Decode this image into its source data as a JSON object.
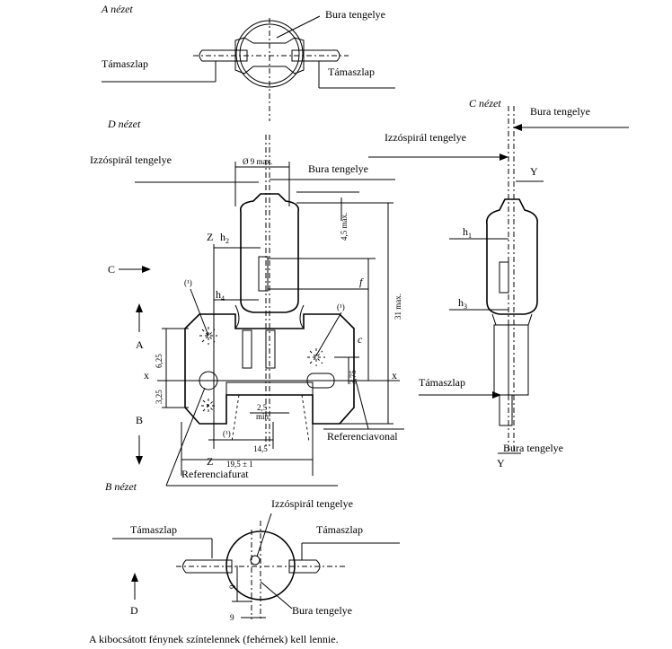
{
  "views": {
    "a": {
      "title": "A nézet",
      "bura_axis": "Bura tengelye",
      "support_left": "Támaszlap",
      "support_right": "Támaszlap"
    },
    "d": {
      "title": "D nézet",
      "filament_axis": "Izzóspirál tengelye",
      "bura_axis": "Bura tengelye",
      "diameter": "Ø 9 max.",
      "dim_45": "4,5 max.",
      "dim_31": "31 max.",
      "z_top": "Z",
      "h2": "h",
      "h2_sub": "2",
      "h4": "h",
      "h4_sub": "4",
      "c_arrow": "C",
      "note1": "(¹)",
      "note2": "(¹)",
      "note3": "(¹)",
      "f": "f",
      "c": "c",
      "a_label": "A",
      "b_label": "B",
      "x_left": "x",
      "x_right": "x",
      "dim_625": "6,25",
      "dim_325": "3,25",
      "dim_375": "3,75",
      "dim_25": "2,5",
      "dim_min": "min.",
      "dim_145": "14,5",
      "dim_195": "19,5 ± 1",
      "z_bottom": "Z",
      "ref_line": "Referenciavonal",
      "ref_hole": "Referenciafurat"
    },
    "c": {
      "title": "C nézet",
      "bura_axis_top": "Bura tengelye",
      "filament_axis": "Izzóspirál tengelye",
      "y_top": "Y",
      "h1": "h",
      "h1_sub": "1",
      "h3": "h",
      "h3_sub": "3",
      "support": "Támaszlap",
      "bura_axis_bottom": "Bura tengelye",
      "y_bottom": "Y"
    },
    "b": {
      "title": "B nézet",
      "filament_axis": "Izzóspirál tengelye",
      "support_left": "Támaszlap",
      "support_right": "Támaszlap",
      "dim_9_vert": "9",
      "dim_9_horiz": "9",
      "bura_axis": "Bura tengelye",
      "d_label": "D"
    }
  },
  "footnote": "A kibocsátott fénynek színtelennek (fehérnek) kell lennie."
}
